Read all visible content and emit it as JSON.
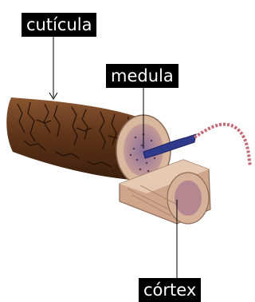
{
  "labels": {
    "cuticula": "cutícula",
    "medula": "medula",
    "cortex": "córtex"
  },
  "colors": {
    "label_background": "#000000",
    "label_text": "#ffffff",
    "cuticle": "#6b3f22",
    "cortex": "#c9a58c",
    "medulla": "#b07b7e",
    "probe": "#2f3a8a"
  }
}
